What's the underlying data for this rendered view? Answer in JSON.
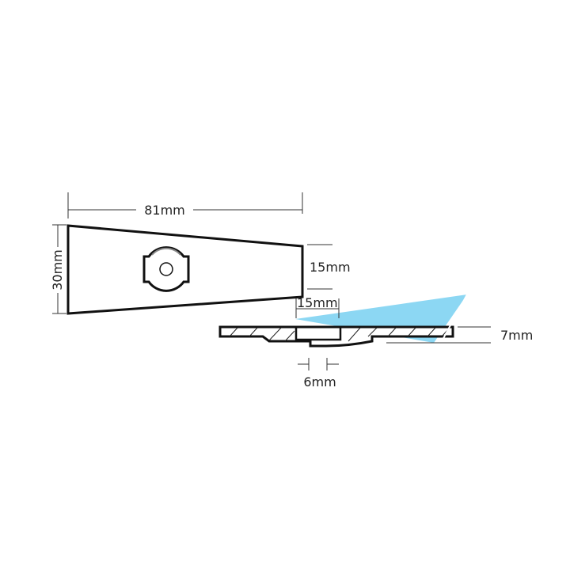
{
  "dimensions": {
    "length": "81mm",
    "height_wide_end": "30mm",
    "height_narrow_end": "15mm",
    "overhang": "15mm",
    "thickness": "7mm",
    "slot_width": "6mm"
  },
  "colors": {
    "glass": "#7fd3f2",
    "outline": "#111111"
  }
}
